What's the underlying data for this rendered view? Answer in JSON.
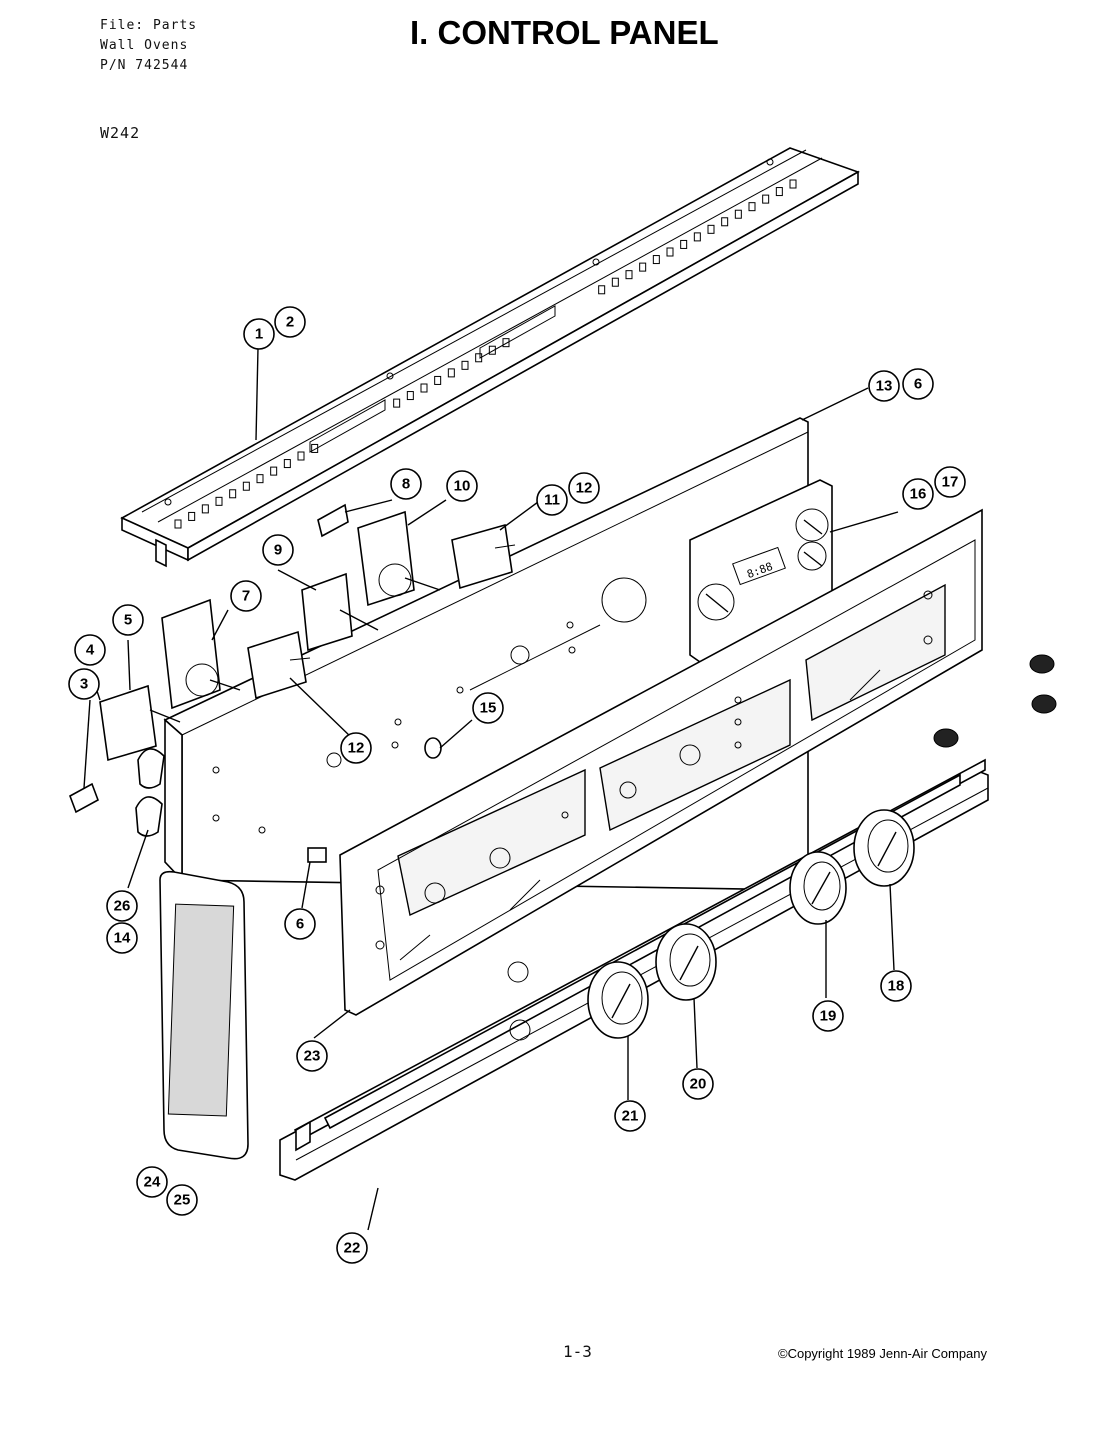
{
  "header": {
    "file_line": "File: Parts",
    "category_line": "Wall Ovens",
    "pn_line": "P/N 742544"
  },
  "title": "I. CONTROL PANEL",
  "model": "W242",
  "footer": {
    "page_number": "1-3",
    "copyright": "©Copyright 1989 Jenn-Air Company"
  },
  "callouts": {
    "c1": "1",
    "c2": "2",
    "c3": "3",
    "c4": "4",
    "c5": "5",
    "c6a": "6",
    "c6b": "6",
    "c7": "7",
    "c8": "8",
    "c9": "9",
    "c10": "10",
    "c11": "11",
    "c12a": "12",
    "c12b": "12",
    "c13": "13",
    "c14": "14",
    "c15": "15",
    "c16": "16",
    "c17": "17",
    "c18": "18",
    "c19": "19",
    "c20": "20",
    "c21": "21",
    "c22": "22",
    "c23": "23",
    "c24": "24",
    "c25": "25",
    "c26": "26"
  },
  "clock_display": "8:88"
}
